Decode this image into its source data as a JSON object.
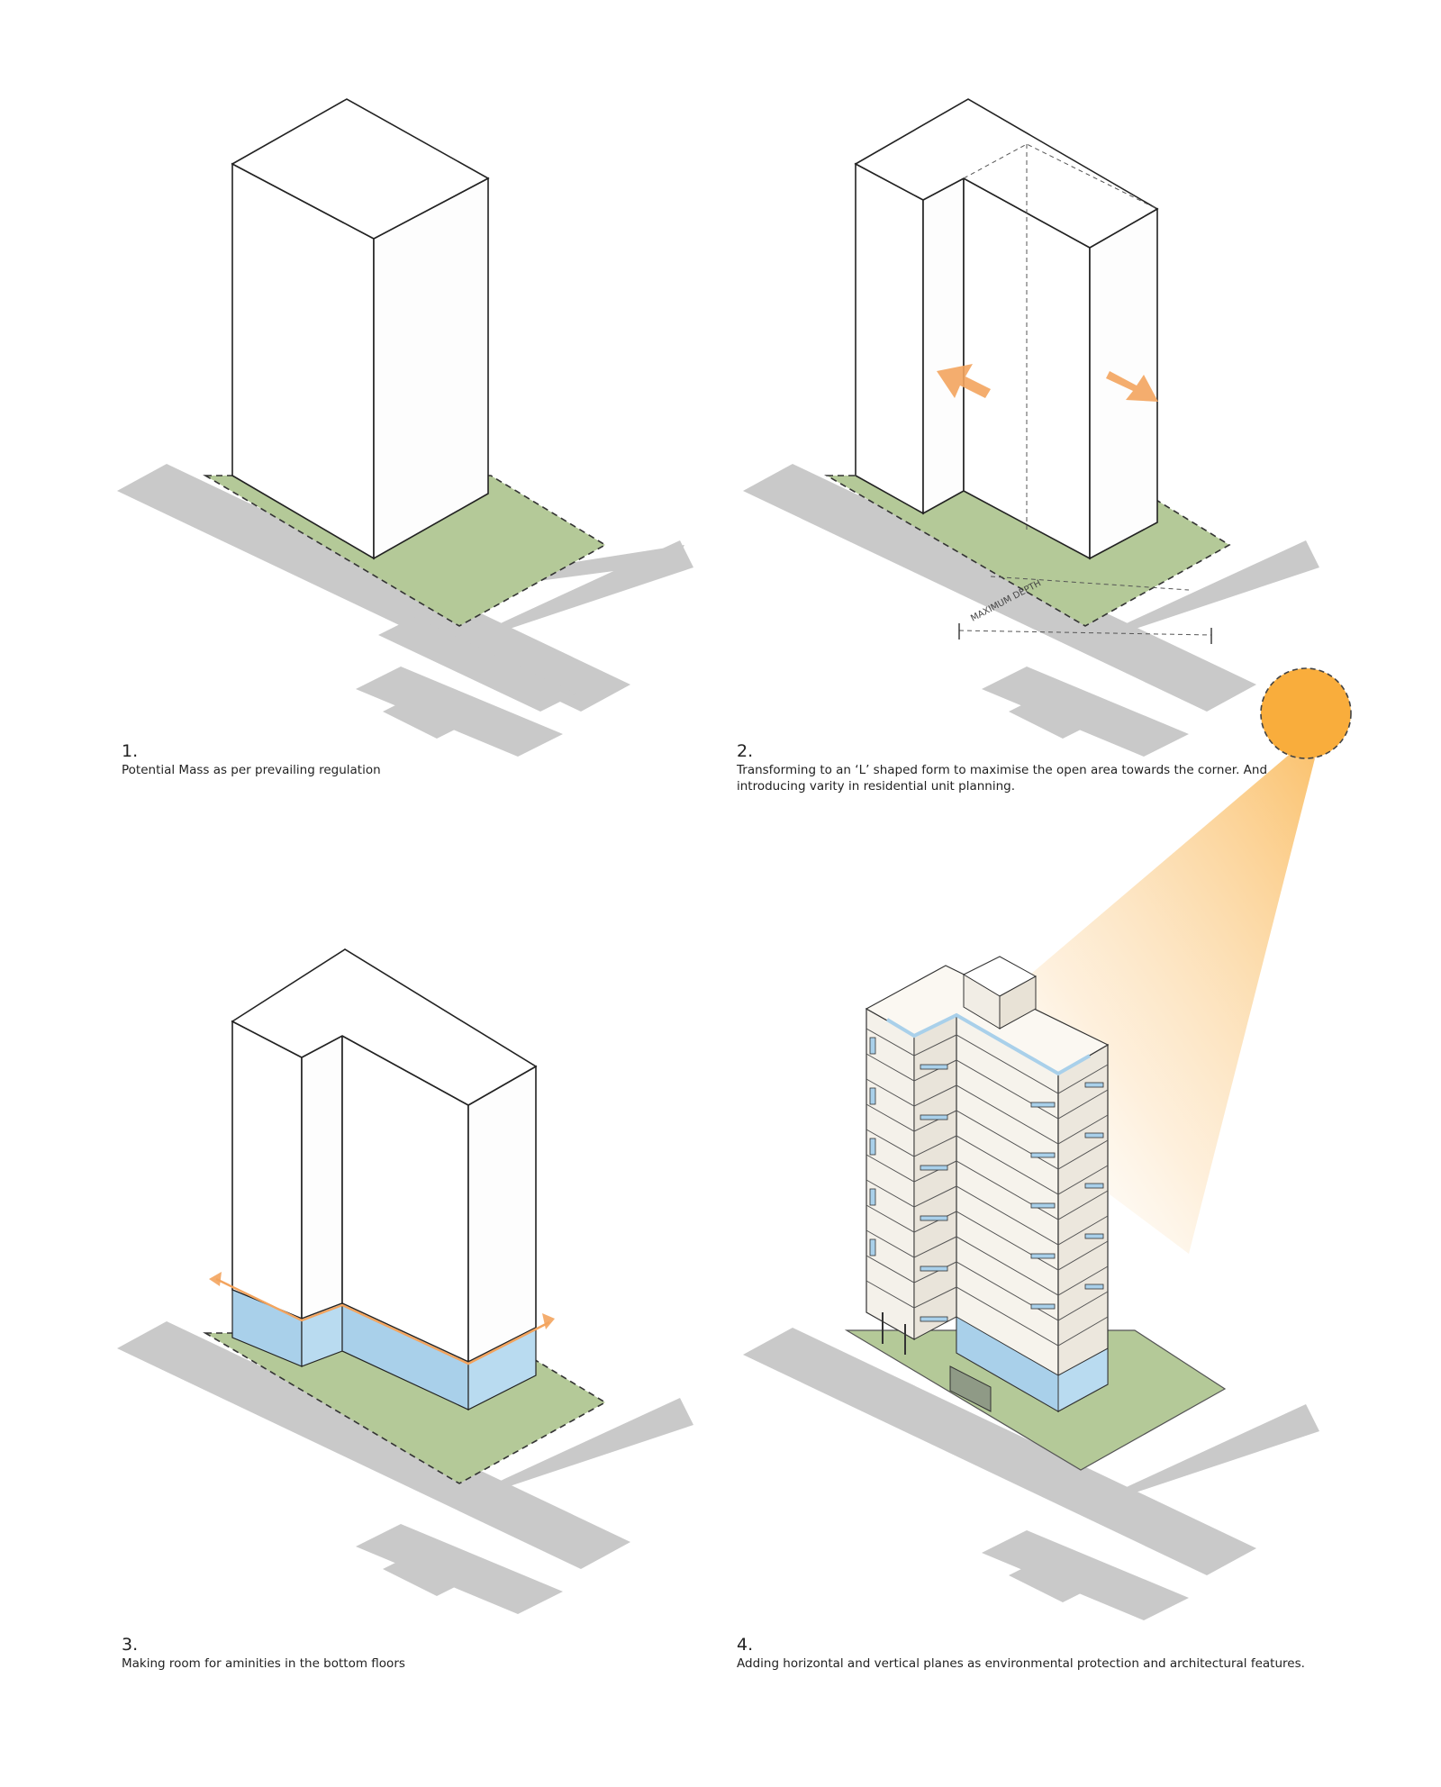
{
  "steps": [
    {
      "number": "1.",
      "text": "Potential Mass as per prevailing regulation"
    },
    {
      "number": "2.",
      "text": "Transforming to an ‘L’ shaped form to maximise the open area towards the corner. And introducing varity in residential unit planning."
    },
    {
      "number": "3.",
      "text": "Making room for aminities in the bottom floors"
    },
    {
      "number": "4.",
      "text": "Adding horizontal and vertical planes as environmental protection and architectural features."
    }
  ],
  "annotations": {
    "max_depth": "MAXIMUM DEPTH"
  },
  "colors": {
    "site": "#b4c998",
    "road": "#c9c9c9",
    "accent_orange": "#f3a45e",
    "sun": "#f9ad3c",
    "amenity_blue": "#a9d0ea"
  }
}
